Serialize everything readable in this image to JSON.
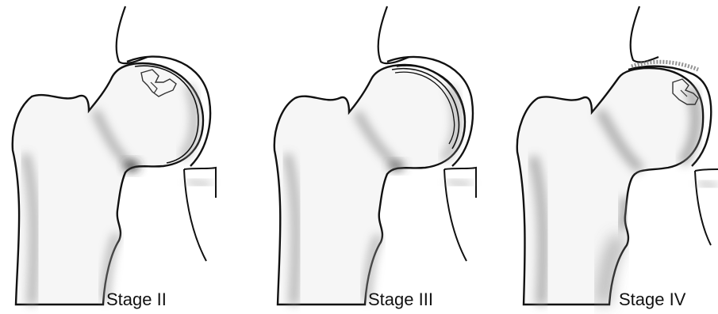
{
  "stages": [
    {
      "id": "stage-2",
      "label": "Stage II"
    },
    {
      "id": "stage-3",
      "label": "Stage III"
    },
    {
      "id": "stage-4",
      "label": "Stage IV"
    }
  ],
  "colors": {
    "background": "#ffffff",
    "bone_fill": "#f6f6f6",
    "outline": "#111111",
    "shadow": "#9a9a9a",
    "dark_shadow": "#2a2a2a"
  }
}
